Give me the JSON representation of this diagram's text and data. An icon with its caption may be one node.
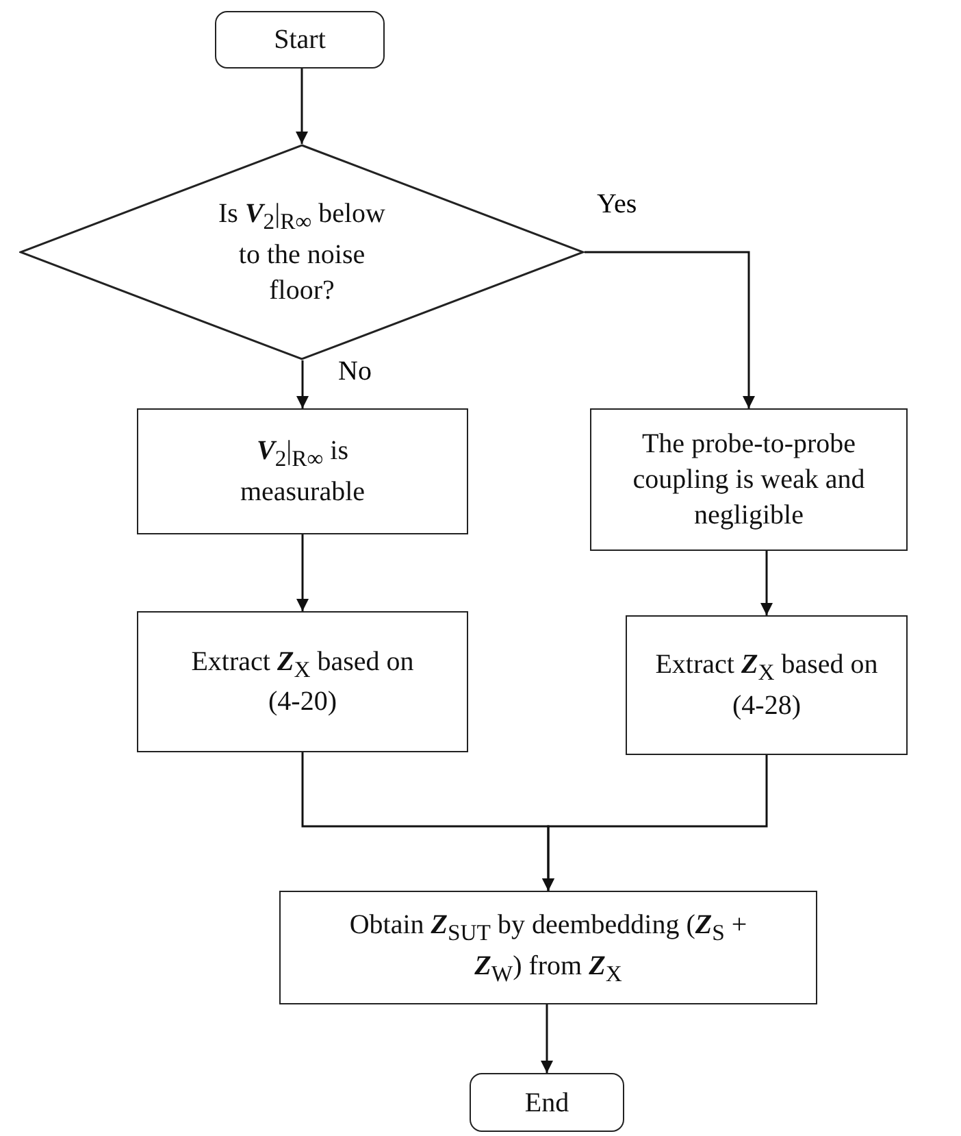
{
  "diagram": {
    "nodes": [
      {
        "text": [
          "Start"
        ]
      },
      {
        "text": [
          "Is **V**$_{2}$|$_{R∞}$ below to the noise floor?"
        ]
      },
      {
        "text": [
          "**V**$_{2}$|$_{R∞}$ is measurable"
        ]
      },
      {
        "text": [
          "The probe-to-probe coupling is weak and negligible"
        ]
      },
      {
        "text": [
          "Extract **Z**$_{X}$ based on (4-20)"
        ]
      },
      {
        "text": [
          "Extract **Z**$_{X}$ based on (4-28)"
        ]
      },
      {
        "text": [
          "Obtain **Z**$_{SUT}$ by deembedding (**Z**$_{S}$ + **Z**$_{W}$) from **Z**$_{X}$"
        ]
      },
      {
        "text": [
          "End"
        ]
      }
    ],
    "edges": [
      {
        "from": 0,
        "to": 1,
        "arrow": "to"
      },
      {
        "from": 1,
        "to": 2,
        "arrow": "to",
        "label": "No"
      },
      {
        "from": 1,
        "to": 3,
        "arrow": "to",
        "label": "Yes"
      },
      {
        "from": 2,
        "to": 4,
        "arrow": "to"
      },
      {
        "from": 3,
        "to": 5,
        "arrow": "to"
      },
      {
        "from": 4,
        "to": 6,
        "arrow": "to"
      },
      {
        "from": 5,
        "to": 6,
        "arrow": "to"
      },
      {
        "from": 6,
        "to": 7,
        "arrow": "to"
      }
    ]
  }
}
